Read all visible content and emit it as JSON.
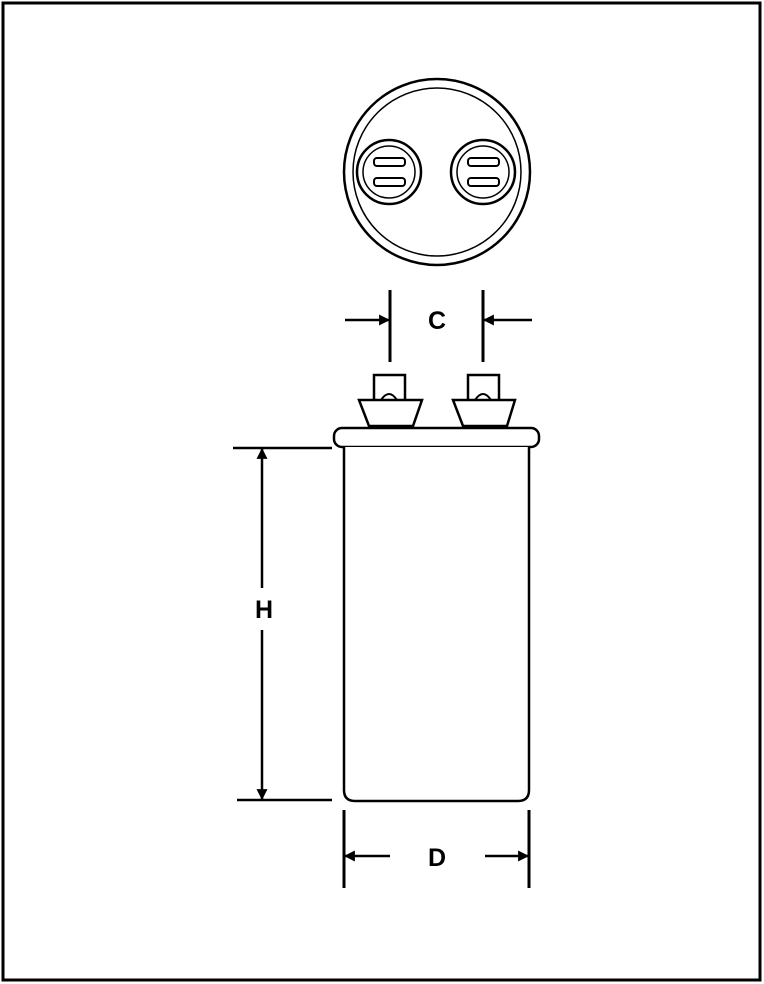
{
  "diagram": {
    "labels": {
      "c": "C",
      "h": "H",
      "d": "D"
    },
    "stroke_color": "#000000",
    "background_color": "#ffffff"
  }
}
